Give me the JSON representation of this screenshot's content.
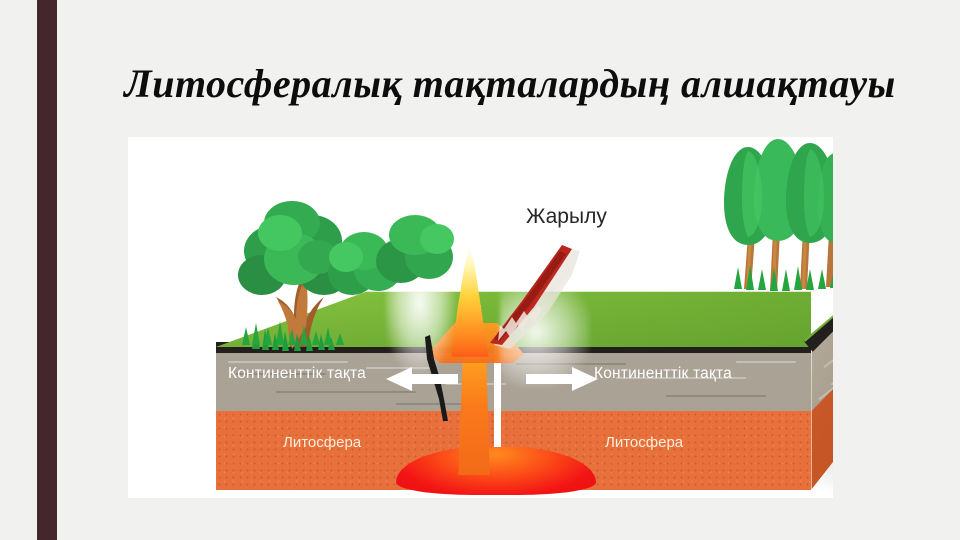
{
  "slide": {
    "title": "Литосфералық тақталардың алшақтауы",
    "background_color": "#f1f1f0",
    "accent_bar_color": "#44262c"
  },
  "figure": {
    "name": "divergent-plate-boundary-diagram",
    "background_color": "#ffffff",
    "labels": {
      "rift": "Жарылу",
      "plate_left": "Континенттік тақта",
      "plate_right": "Континенттік тақта",
      "lithosphere_left": "Литосфера",
      "lithosphere_right": "Литосфера"
    },
    "layers": [
      {
        "name": "vegetation-surface",
        "color": "#7cbb3a"
      },
      {
        "name": "topsoil",
        "color": "#231f1c"
      },
      {
        "name": "continental-crust",
        "color": "#a9a295"
      },
      {
        "name": "lithosphere",
        "color": "#e8703a"
      }
    ],
    "magma": {
      "column_color": "#ffa81f",
      "chamber_color": "#f31515",
      "flare_color": "#ffe24a"
    },
    "arrows": [
      {
        "name": "arrow-left",
        "direction": "left",
        "color": "#ffffff"
      },
      {
        "name": "arrow-right",
        "direction": "right",
        "color": "#ffffff"
      }
    ],
    "vegetation": [
      {
        "name": "tree-left",
        "type": "broadleaf-tree"
      },
      {
        "name": "bush-a",
        "type": "bush"
      },
      {
        "name": "bush-b",
        "type": "bush"
      },
      {
        "name": "trees-right",
        "type": "conifer-cluster"
      },
      {
        "name": "grass-left",
        "type": "grass-tuft"
      }
    ]
  }
}
